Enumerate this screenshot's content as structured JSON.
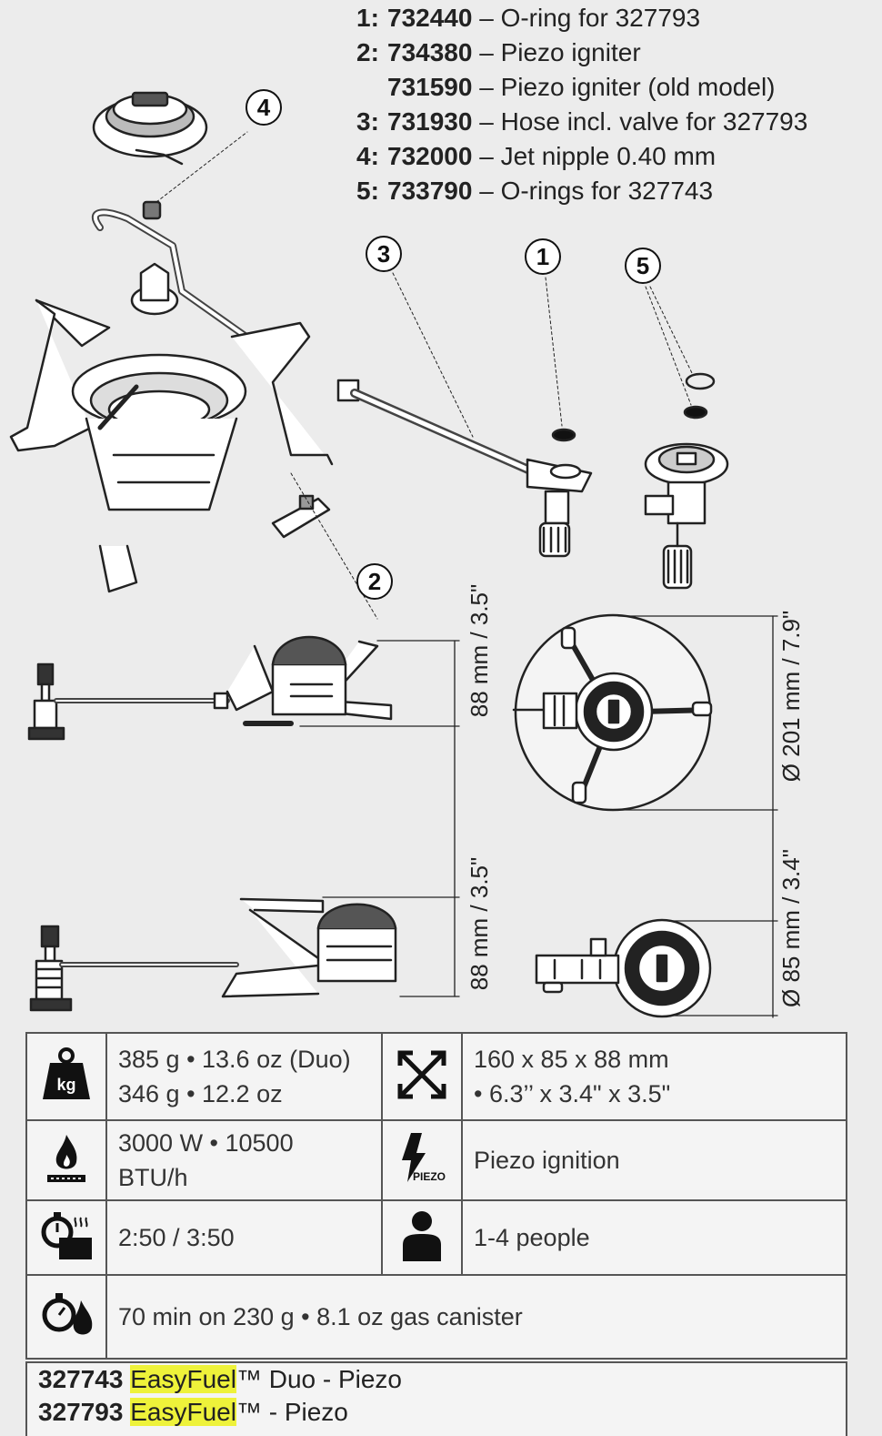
{
  "parts": [
    {
      "num": "1:",
      "code": "732440",
      "desc": "– O-ring for 327793"
    },
    {
      "num": "2:",
      "code": "734380",
      "desc": "– Piezo igniter"
    },
    {
      "num": "",
      "code": "731590",
      "desc": "– Piezo igniter (old model)"
    },
    {
      "num": "3:",
      "code": "731930",
      "desc": "– Hose incl. valve for 327793"
    },
    {
      "num": "4:",
      "code": "732000",
      "desc": "– Jet nipple 0.40 mm"
    },
    {
      "num": "5:",
      "code": "733790",
      "desc": "– O-rings for 327743"
    }
  ],
  "callouts": {
    "c1": "1",
    "c2": "2",
    "c3": "3",
    "c4": "4",
    "c5": "5"
  },
  "dimensions": {
    "height_top": "88 mm / 3.5\"",
    "height_bottom": "88 mm / 3.5\"",
    "diameter_open": "Ø 201 mm / 7.9\"",
    "diameter_folded": "Ø 85 mm / 3.4\""
  },
  "specs": {
    "weight_line1": "385 g • 13.6 oz (Duo)",
    "weight_line2": "346 g • 12.2 oz",
    "size_line1": "160 x 85 x 88 mm",
    "size_line2": "• 6.3’’ x 3.4\" x 3.5\"",
    "power_line1": "3000 W • 10500",
    "power_line2": "BTU/h",
    "ignition": "Piezo ignition",
    "boil_time": "2:50 / 3:50",
    "people": "1-4 people",
    "burn_time": "70 min on 230 g • 8.1 oz gas canister"
  },
  "icons": {
    "weight_icon_label": "kg",
    "piezo_icon_label": "PIEZO"
  },
  "footer": [
    {
      "code": "327743",
      "brand": "EasyFuel",
      "rest": "™ Duo - Piezo"
    },
    {
      "code": "327793",
      "brand": "EasyFuel",
      "rest": "™ - Piezo"
    }
  ]
}
